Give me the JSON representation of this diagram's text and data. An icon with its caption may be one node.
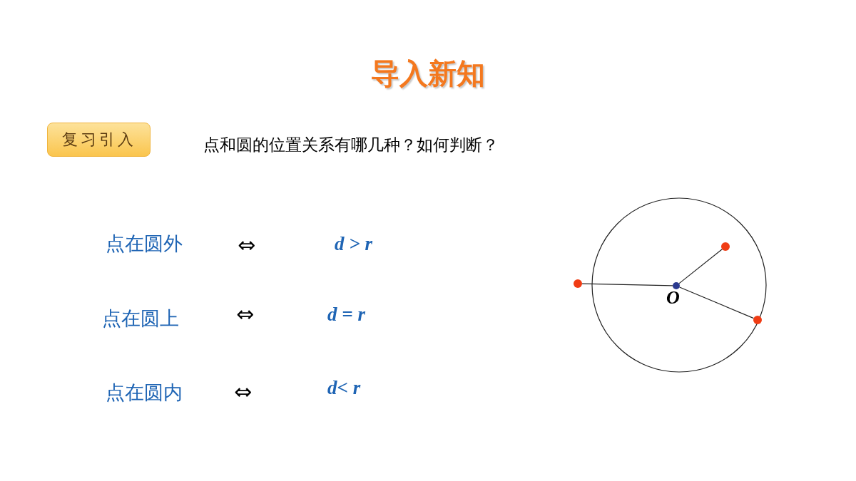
{
  "diagram": {
    "title": "导入新知",
    "nodes": [
      {
        "text": [
          "复习引入"
        ]
      },
      {
        "text": [],
        "shape": "circle"
      },
      {
        "text": [],
        "shape": "circle",
        "beside": [
          "O"
        ]
      },
      {
        "text": [],
        "shape": "circle"
      },
      {
        "text": [],
        "shape": "circle"
      }
    ],
    "edges": [
      {
        "from": 2,
        "to": 1,
        "arrow": "none"
      },
      {
        "from": 2,
        "to": 3,
        "arrow": "none"
      },
      {
        "from": 2,
        "to": 4,
        "arrow": "none"
      }
    ],
    "labels": [
      "点和圆的位置关系有哪几种？如何判断？",
      "点在圆外",
      "⇔",
      "d > r",
      "点在圆上",
      "⇔",
      "d = r",
      "点在圆内",
      "⇔",
      "d< r"
    ]
  }
}
